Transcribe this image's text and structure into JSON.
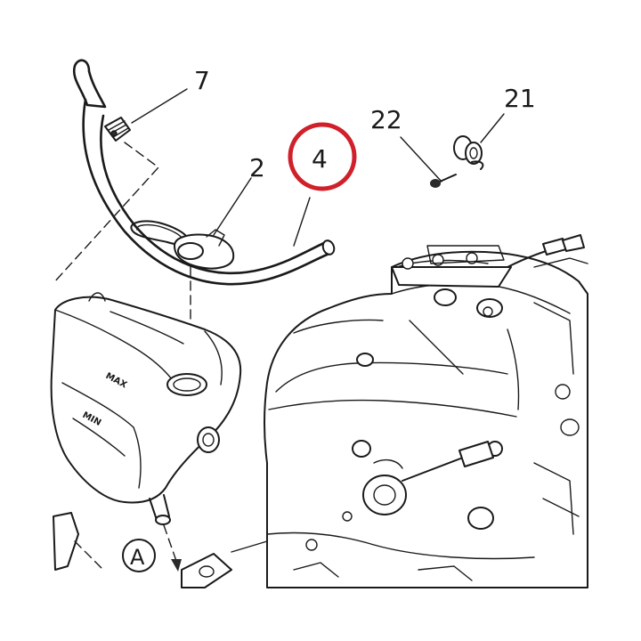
{
  "callouts": {
    "c7": "7",
    "c2": "2",
    "c4": "4",
    "c22": "22",
    "c21": "21",
    "view": "A"
  },
  "tank_labels": {
    "max": "MAX",
    "min": "MIN"
  },
  "colors": {
    "highlight": "#d0202a",
    "line": "#1a1a1a"
  },
  "highlighted_part": "4"
}
